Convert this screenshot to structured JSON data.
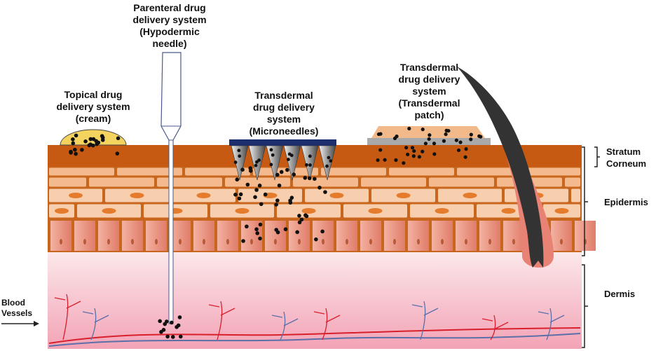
{
  "labels": {
    "topical": [
      "Topical drug",
      "delivery system",
      "(cream)"
    ],
    "parenteral": [
      "Parenteral drug",
      "delivery system",
      "(Hypodermic",
      "needle)"
    ],
    "microneedles": [
      "Transdermal",
      "drug delivery",
      "system",
      "(Microneedles)"
    ],
    "patch": [
      "Transdermal",
      "drug delivery",
      "system",
      "(Transdermal",
      "patch)"
    ],
    "stratum_corneum": [
      "Stratum",
      "Corneum"
    ],
    "epidermis": "Epidermis",
    "dermis": "Dermis",
    "blood_vessels": [
      "Blood",
      "Vessels"
    ]
  },
  "colors": {
    "stratum_corneum": "#c65a12",
    "cells": "#f6c6a0",
    "nucleus": "#e57b2c",
    "basal": "#e58f7c",
    "dermis_top": "#fbe8ea",
    "dermis_bottom": "#f3a3b6",
    "microneedle_bar": "#1c2e6e",
    "cream": "#f4d35e",
    "patch_top": "#f2b98a",
    "patch_base": "#a9a9a9",
    "hair": "#333333",
    "follicle": "#e88274",
    "drug": "#111111",
    "vessel_red": "#d8202c",
    "vessel_blue": "#5b6fa8"
  }
}
